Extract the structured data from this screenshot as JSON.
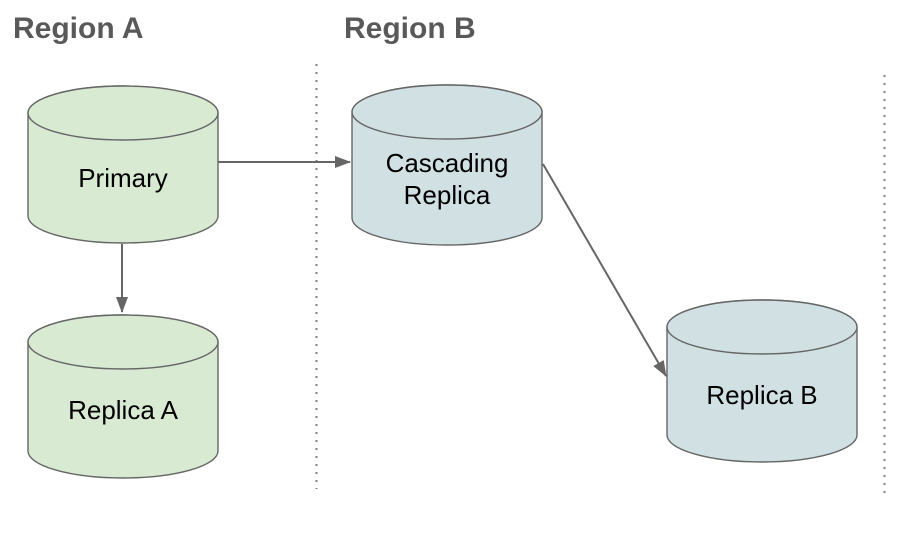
{
  "regions": {
    "a": {
      "label": "Region A"
    },
    "b": {
      "label": "Region B"
    }
  },
  "nodes": {
    "primary": {
      "label": "Primary",
      "region": "Region A",
      "fill": "#d9ead3"
    },
    "replica_a": {
      "label": "Replica A",
      "region": "Region A",
      "fill": "#d9ead3"
    },
    "cascading_replica": {
      "label": "Cascading Replica",
      "region": "Region B",
      "fill": "#d0e0e3"
    },
    "replica_b": {
      "label": "Replica B",
      "region": "Region B",
      "fill": "#d0e0e3"
    }
  },
  "edges": [
    {
      "from": "primary",
      "to": "cascading_replica",
      "style": "arrow"
    },
    {
      "from": "primary",
      "to": "replica_a",
      "style": "arrow"
    },
    {
      "from": "cascading_replica",
      "to": "replica_b",
      "style": "arrow"
    }
  ],
  "colors": {
    "green_fill": "#d9ead3",
    "blue_fill": "#d0e0e3",
    "shape_stroke": "#666666",
    "arrow": "#666666",
    "boundary_dots": "#808080",
    "region_title_text": "#595959",
    "node_label_text": "#000000",
    "background": "#ffffff"
  }
}
